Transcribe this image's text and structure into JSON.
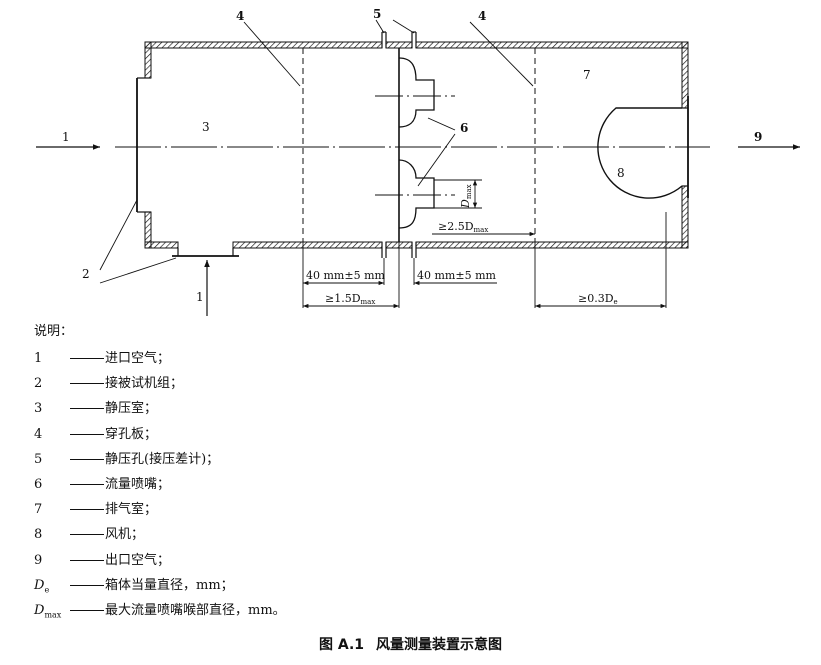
{
  "diagram": {
    "callouts": [
      "1",
      "2",
      "3",
      "4",
      "4",
      "5",
      "6",
      "7",
      "8",
      "9",
      "1"
    ],
    "dims": {
      "gap_left": "40 mm±5 mm",
      "gap_right": "40 mm±5 mm",
      "dist_1_5": "≥1.5D",
      "dist_2_5": "≥2.5D",
      "dist_0_3": "≥0.3D",
      "dmax_vertical": "D",
      "sub_max": "max",
      "sub_e": "e"
    }
  },
  "legend": {
    "title": "说明：",
    "items": [
      {
        "key": "1",
        "text": "进口空气；"
      },
      {
        "key": "2",
        "text": "接被试机组；"
      },
      {
        "key": "3",
        "text": "静压室；"
      },
      {
        "key": "4",
        "text": "穿孔板；"
      },
      {
        "key": "5",
        "text": "静压孔(接压差计)；"
      },
      {
        "key": "6",
        "text": "流量喷嘴；"
      },
      {
        "key": "7",
        "text": "排气室；"
      },
      {
        "key": "8",
        "text": "风机；"
      },
      {
        "key": "9",
        "text": "出口空气；"
      }
    ],
    "symbols": [
      {
        "main": "D",
        "sub": "e",
        "text": "箱体当量直径，mm；"
      },
      {
        "main": "D",
        "sub": "max",
        "text": "最大流量喷嘴喉部直径，mm。"
      }
    ]
  },
  "caption": {
    "label": "图 A.1",
    "title": "风量测量装置示意图"
  }
}
